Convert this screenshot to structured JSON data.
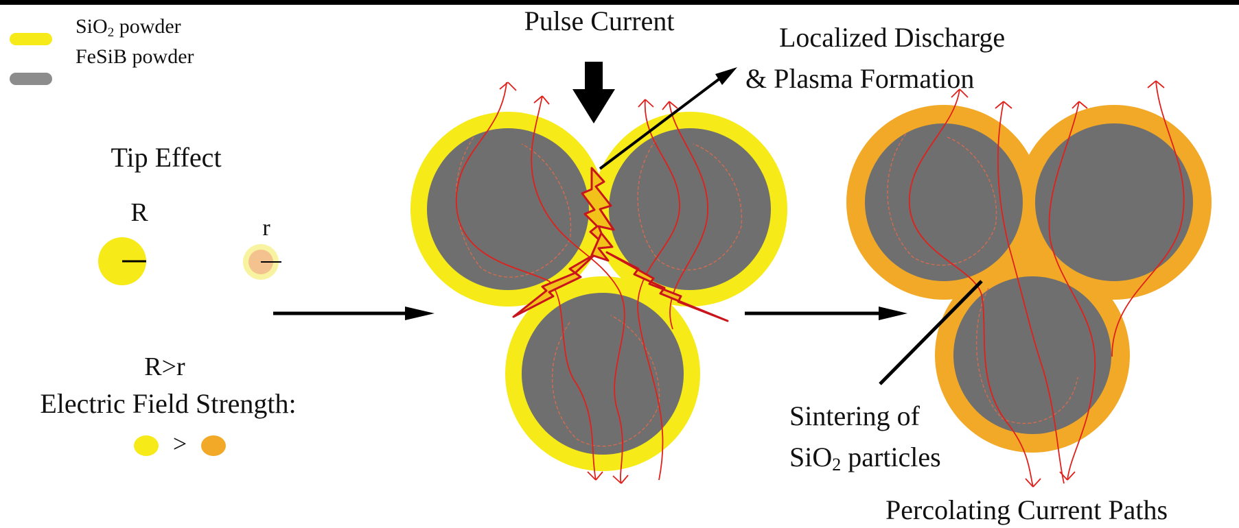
{
  "legend": {
    "items": [
      {
        "sio2_main": "SiO",
        "sio2_sub": "2",
        "sio2_rest": " powder",
        "color": "#f6ea19"
      },
      {
        "label": "FeSiB powder",
        "color": "#8c8c8c"
      }
    ]
  },
  "tip_effect": {
    "title": "Tip Effect",
    "large_label": "R",
    "small_label": "r",
    "comparison": "R>r",
    "field_label": "Electric Field Strength:",
    "greater_sign": ">"
  },
  "middle": {
    "pulse_label": "Pulse Current",
    "discharge_line1": "Localized Discharge",
    "discharge_line2": "& Plasma Formation"
  },
  "right": {
    "sinter_line1": "Sintering of",
    "sinter_line2_main": "SiO",
    "sinter_line2_sub": "2",
    "sinter_line2_rest": " particles",
    "percolating_label": "Percolating Current Paths"
  },
  "colors": {
    "shell_yellow": "#f6ea19",
    "shell_orange": "#f2a928",
    "core_gray": "#6f6f6f",
    "current_red": "#e0201b",
    "spark_fill": "#f2c21a",
    "frame_black": "#000000"
  }
}
